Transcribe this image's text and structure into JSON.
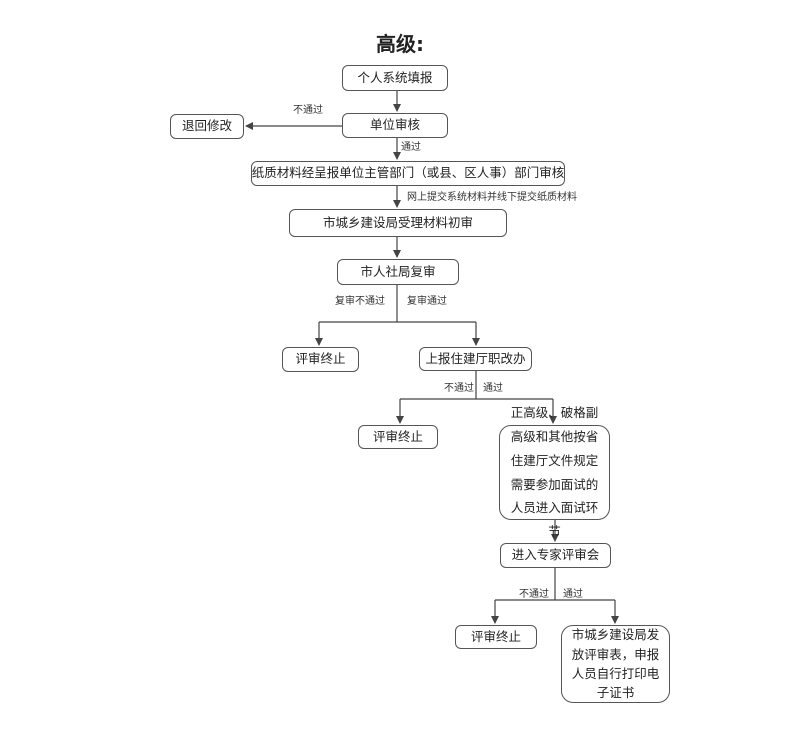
{
  "title": "高级:",
  "nodes": {
    "self_report": "个人系统填报",
    "unit_review": "单位审核",
    "return_modify": "退回修改",
    "dept_review": "纸质材料经呈报单位主管部门（或县、区人事）部门审核",
    "bureau_initial": "市城乡建设局受理材料初审",
    "hr_recheck": "市人社局复审",
    "terminate_1": "评审终止",
    "provincial_office": "上报住建厅职改办",
    "terminate_2": "评审终止",
    "interview_rule": "正高级、破格副高级和其他按省住建厅文件规定需要参加面试的人员进入面试环节",
    "expert_committee": "进入专家评审会",
    "terminate_3": "评审终止",
    "final_issue": "市城乡建设局发放评审表，申报人员自行打印电子证书"
  },
  "labels": {
    "not_pass_1": "不通过",
    "pass_1": "通过",
    "online_submit": "网上提交系统材料并线下提交纸质材料",
    "recheck_fail": "复审不通过",
    "recheck_pass": "复审通过",
    "not_pass_2": "不通过",
    "pass_2": "通过",
    "not_pass_3": "不通过",
    "pass_3": "通过"
  }
}
